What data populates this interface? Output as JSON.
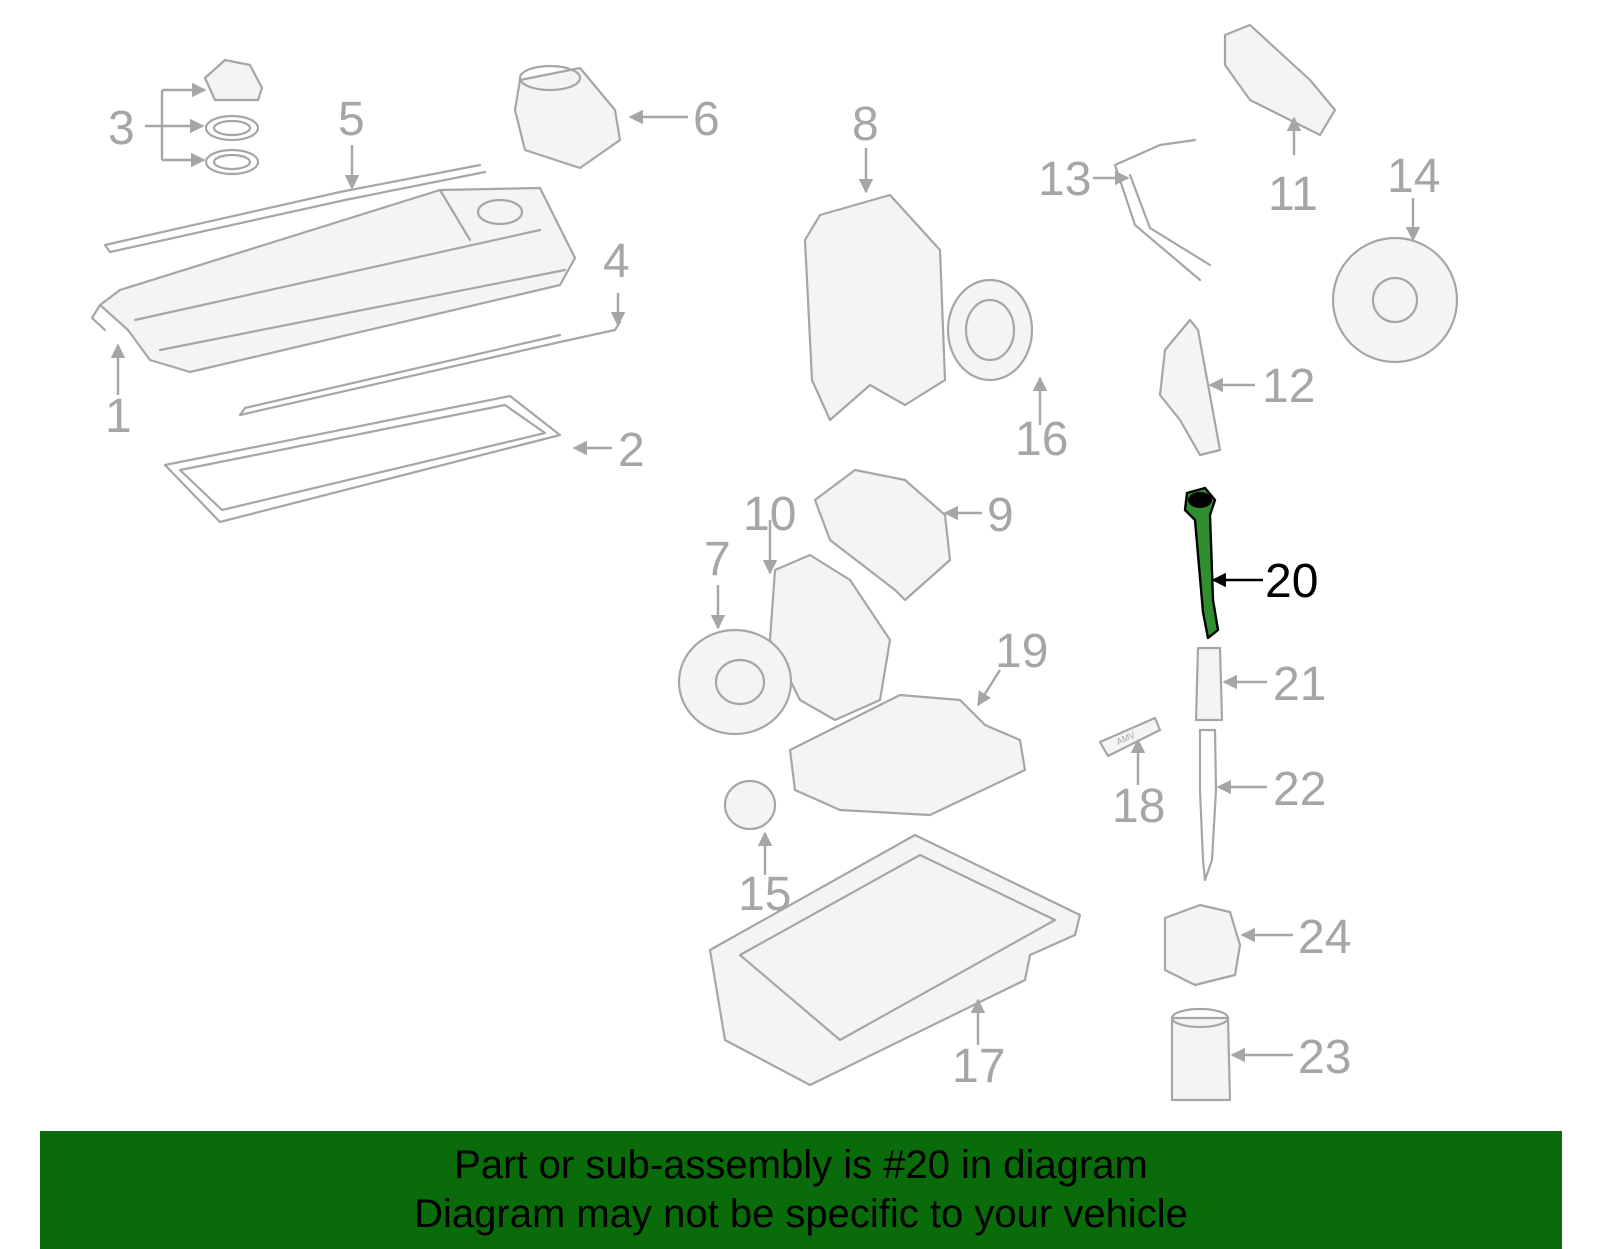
{
  "callouts": {
    "c1": "1",
    "c2": "2",
    "c3": "3",
    "c4": "4",
    "c5": "5",
    "c6": "6",
    "c7": "7",
    "c8": "8",
    "c9": "9",
    "c10": "10",
    "c11": "11",
    "c12": "12",
    "c13": "13",
    "c14": "14",
    "c15": "15",
    "c16": "16",
    "c17": "17",
    "c18": "18",
    "c19": "19",
    "c20": "20",
    "c21": "21",
    "c22": "22",
    "c23": "23",
    "c24": "24"
  },
  "highlighted_part": "20",
  "colors": {
    "highlight": "#2f8f2f",
    "banner": "#0a6b0a",
    "parts": "#a6a6a6"
  },
  "banner": {
    "line1": "Part or sub-assembly is #20 in diagram",
    "line2": "Diagram may not be specific to your vehicle"
  },
  "tube_label": "AMV"
}
